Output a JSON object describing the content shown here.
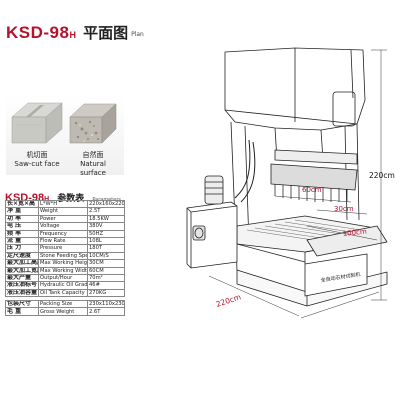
{
  "header": {
    "model": "KSD-98",
    "model_suffix": "H",
    "title_cn": "平面图",
    "title_en": "Plan"
  },
  "samples": {
    "left": {
      "label_cn": "机切面",
      "label_en": "Saw-cut face"
    },
    "right": {
      "label_cn": "自然面",
      "label_en": "Natural surface"
    }
  },
  "specs": {
    "model": "KSD-98",
    "model_suffix": "H",
    "title_cn": "参数表",
    "title_en": "Parameters",
    "rows": [
      {
        "cn": "长×宽×高",
        "en": "L*W*H",
        "value": "220x160x220cm"
      },
      {
        "cn": "净  重",
        "en": "Weight",
        "value": "2.5T"
      },
      {
        "cn": "功  率",
        "en": "Power",
        "value": "18.5KW"
      },
      {
        "cn": "电  压",
        "en": "Voltage",
        "value": "380V"
      },
      {
        "cn": "频  率",
        "en": "Frequency",
        "value": "50HZ"
      },
      {
        "cn": "流  量",
        "en": "Flow Rate",
        "value": "108L"
      },
      {
        "cn": "压  力",
        "en": "Pressure",
        "value": "180T"
      },
      {
        "cn": "定尺速度",
        "en": "Stone Feeding Speed",
        "value": "10CM/S"
      },
      {
        "cn": "最大加工高度",
        "en": "Max Working Height",
        "value": "30CM"
      },
      {
        "cn": "最大加工宽度",
        "en": "Max Working Width",
        "value": "60CM"
      },
      {
        "cn": "最大产量",
        "en": "Output/Hour",
        "value": "70m²"
      },
      {
        "cn": "液压油标号",
        "en": "Hydraulic Oil Grade",
        "value": "46#"
      },
      {
        "cn": "液压油容量",
        "en": "Oil Tank Capacity",
        "value": "270KG"
      }
    ],
    "packing_rows": [
      {
        "cn": "包装尺寸",
        "en": "Packing Size",
        "value": "230x110x230cm"
      },
      {
        "cn": "毛  重",
        "en": "Gross Weight",
        "value": "2.6T"
      }
    ]
  },
  "dimensions": {
    "height": "220cm",
    "blade_width": "60cm",
    "depth_a": "30cm",
    "depth_b": "100cm",
    "length": "220cm"
  },
  "machine": {
    "panel_label": "全自动石材切割机"
  }
}
